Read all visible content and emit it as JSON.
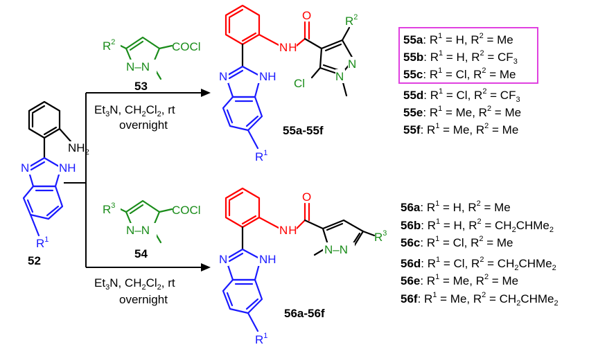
{
  "compounds": {
    "start": "52",
    "reagent1": "53",
    "reagent2": "54",
    "product1": "55a-55f",
    "product2": "56a-56f"
  },
  "labels": {
    "nh2": "NH",
    "nh2_sub": "2",
    "n": "N",
    "nh": "NH",
    "h": "H",
    "o": "O",
    "cl": "Cl",
    "me_n": "N",
    "cocl": "COCl",
    "r": "R",
    "r1_sup": "1",
    "r2_sup": "2",
    "r3_sup": "3"
  },
  "conditions": {
    "top_line1_a": "Et",
    "top_line1_sub1": "3",
    "top_line1_b": "N, CH",
    "top_line1_sub2": "2",
    "top_line1_c": "Cl",
    "top_line1_sub3": "2",
    "top_line1_d": ", rt",
    "top_line2": "overnight",
    "bottom_line1_a": "Et",
    "bottom_line1_sub1": "3",
    "bottom_line1_b": "N, CH",
    "bottom_line1_sub2": "2",
    "bottom_line1_c": "Cl",
    "bottom_line1_sub3": "2",
    "bottom_line1_d": ", rt",
    "bottom_line2": "overnight"
  },
  "series55": [
    {
      "id": "55a",
      "r1": "H",
      "r2": "Me",
      "r2_sub": "",
      "highlighted": true
    },
    {
      "id": "55b",
      "r1": "H",
      "r2": "CF",
      "r2_sub": "3",
      "highlighted": true
    },
    {
      "id": "55c",
      "r1": "Cl",
      "r2": "Me",
      "r2_sub": "",
      "highlighted": true
    },
    {
      "id": "55d",
      "r1": "Cl",
      "r2": "CF",
      "r2_sub": "3",
      "highlighted": false
    },
    {
      "id": "55e",
      "r1": "Me",
      "r2": "Me",
      "r2_sub": "",
      "highlighted": false
    },
    {
      "id": "55f",
      "r1": "Me",
      "r2": "Me",
      "r2_sub": "",
      "highlighted": false
    }
  ],
  "series56": [
    {
      "id": "56a",
      "r1": "H",
      "r2_a": "Me"
    },
    {
      "id": "56b",
      "r1": "H",
      "r2_a": "CH",
      "s1": "2",
      "r2_b": "CHMe",
      "s2": "2"
    },
    {
      "id": "56c",
      "r1": "Cl",
      "r2_a": "Me"
    },
    {
      "id": "56d",
      "r1": "Cl",
      "r2_a": "CH",
      "s1": "2",
      "r2_b": "CHMe",
      "s2": "2"
    },
    {
      "id": "56e",
      "r1": "Me",
      "r2_a": "Me"
    },
    {
      "id": "56f",
      "r1": "Me",
      "r2_a": "CH",
      "s1": "2",
      "r2_b": "CHMe",
      "s2": "2"
    }
  ],
  "list_prefix": {
    "r1": "R",
    "eq": " = ",
    "sep": ", "
  },
  "colors": {
    "blue": "#1a1aff",
    "green": "#1a8c1a",
    "red": "#ff0000",
    "highlight_box": "#e040e0"
  }
}
